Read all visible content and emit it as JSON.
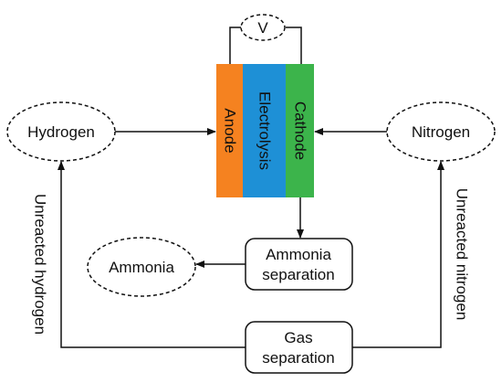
{
  "meter": {
    "label": "V"
  },
  "cell": {
    "anode": {
      "label": "Anode",
      "color": "#F58220"
    },
    "electrolysis": {
      "label": "Electrolysis",
      "color": "#1E90D6"
    },
    "cathode": {
      "label": "Cathode",
      "color": "#3CB44B"
    }
  },
  "nodes": {
    "hydrogen": "Hydrogen",
    "nitrogen": "Nitrogen",
    "ammonia": "Ammonia",
    "ammonia_separation": {
      "line1": "Ammonia",
      "line2": "separation"
    },
    "gas_separation": {
      "line1": "Gas",
      "line2": "separation"
    }
  },
  "edge_labels": {
    "unreacted_hydrogen": "Unreacted hydrogen",
    "unreacted_nitrogen": "Unreacted nitrogen"
  }
}
